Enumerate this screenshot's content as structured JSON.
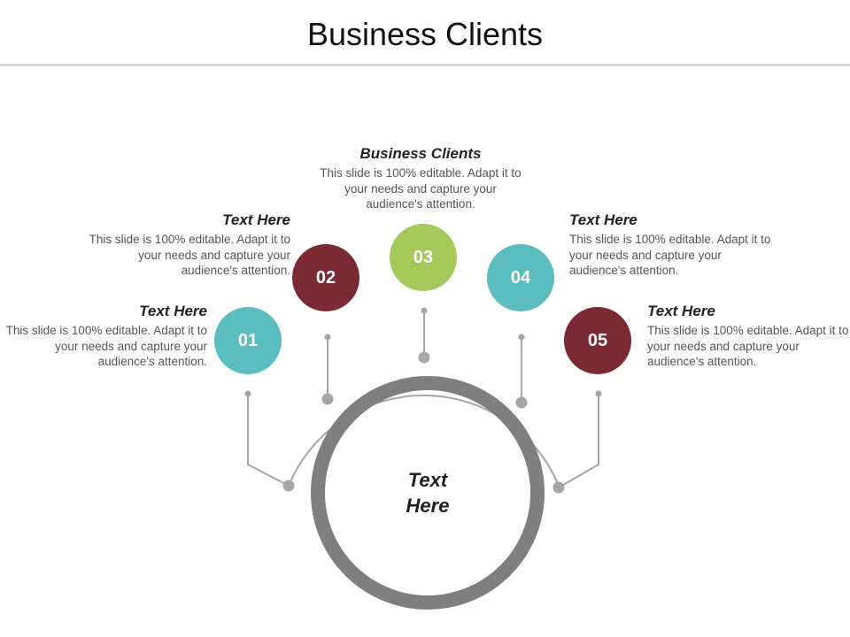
{
  "slide": {
    "title": "Business Clients"
  },
  "center": {
    "line1": "Text",
    "line2": "Here"
  },
  "colors": {
    "teal": "#5bbdbd",
    "maroon": "#7b2a33",
    "green": "#a3c95a",
    "ring": "#7f7f7f",
    "connector": "#a6a6a6"
  },
  "items": [
    {
      "number": "01",
      "heading": "Text Here",
      "body": "This slide is 100% editable. Adapt it to your needs and capture your audience's attention.",
      "color": "teal"
    },
    {
      "number": "02",
      "heading": "Text Here",
      "body": "This slide is 100% editable. Adapt it to your needs and capture your audience's attention.",
      "color": "maroon"
    },
    {
      "number": "03",
      "heading": "Business Clients",
      "body": "This slide is 100% editable. Adapt it to your needs and capture your audience's attention.",
      "color": "green"
    },
    {
      "number": "04",
      "heading": "Text Here",
      "body": "This slide is 100% editable. Adapt it to your needs and capture your audience's attention.",
      "color": "teal"
    },
    {
      "number": "05",
      "heading": "Text Here",
      "body": "This slide is 100% editable. Adapt it to your needs and capture your audience's attention.",
      "color": "maroon"
    }
  ]
}
